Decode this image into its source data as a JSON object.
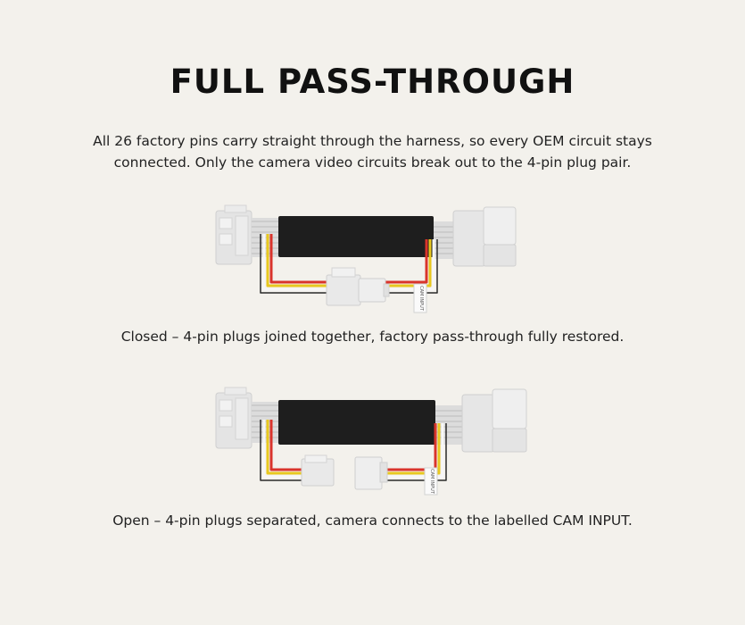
{
  "title": "FULL PASS-THROUGH",
  "intro": "All 26 factory pins carry straight through the harness, so every OEM circuit stays connected. Only the camera video circuits break out to the 4-pin plug pair.",
  "diagrams": {
    "closed": {
      "tag_label": "CAM INPUT",
      "caption": "Closed – 4-pin plugs joined together, factory pass-through fully restored."
    },
    "open": {
      "tag_label": "CAM INPUT",
      "caption": "Open – 4-pin plugs separated, camera connects to the labelled CAM INPUT."
    }
  },
  "colors": {
    "background": "#f3f1ec",
    "module_body": "#1e1e1e",
    "connector": "#e6e6e6",
    "wire_red": "#d9342b",
    "wire_yellow": "#e8c81f",
    "wire_white": "#f7f7f7",
    "wire_black": "#2a2a2a"
  }
}
